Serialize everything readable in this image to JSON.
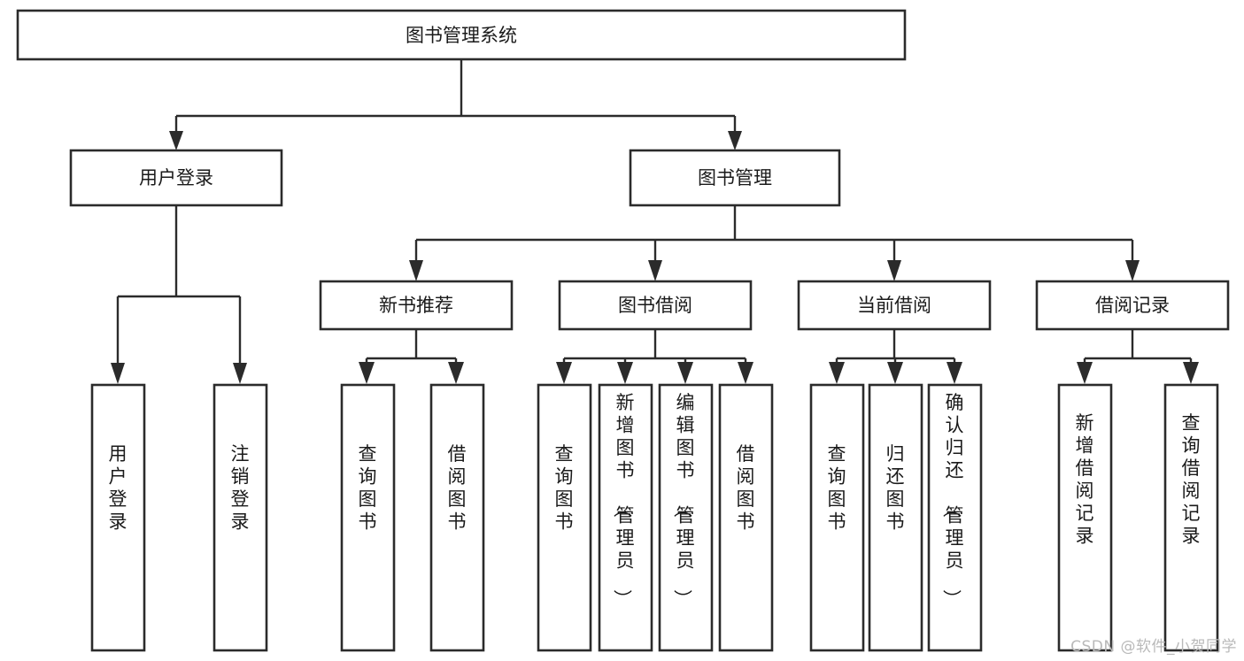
{
  "diagram": {
    "type": "tree",
    "title": "图书管理系统",
    "orientation": "top-down",
    "background_color": "#ffffff",
    "line_color": "#2b2b2b",
    "text_color": "#1a1a1a",
    "box_fill": "#ffffff",
    "nodes": {
      "root": {
        "label": "图书管理系统",
        "level": 0
      },
      "user_login": {
        "label": "用户登录",
        "level": 1
      },
      "book_manage": {
        "label": "图书管理",
        "level": 1
      },
      "new_book_rec": {
        "label": "新书推荐",
        "level": 2
      },
      "book_borrow": {
        "label": "图书借阅",
        "level": 2
      },
      "current_borrow": {
        "label": "当前借阅",
        "level": 2
      },
      "borrow_record": {
        "label": "借阅记录",
        "level": 2
      },
      "leaf_user_login": {
        "label": "用户登录",
        "level": 2,
        "orientation": "vertical"
      },
      "leaf_logout": {
        "label": "注销登录",
        "level": 2,
        "orientation": "vertical"
      },
      "leaf_query_book_1": {
        "label": "查询图书",
        "level": 3,
        "orientation": "vertical"
      },
      "leaf_borrow_book_1": {
        "label": "借阅图书",
        "level": 3,
        "orientation": "vertical"
      },
      "leaf_query_book_2": {
        "label": "查询图书",
        "level": 3,
        "orientation": "vertical"
      },
      "leaf_add_book": {
        "label": "新增图书（管理员）",
        "level": 3,
        "orientation": "vertical"
      },
      "leaf_edit_book": {
        "label": "编辑图书（管理员）",
        "level": 3,
        "orientation": "vertical"
      },
      "leaf_borrow_book_2": {
        "label": "借阅图书",
        "level": 3,
        "orientation": "vertical"
      },
      "leaf_query_book_3": {
        "label": "查询图书",
        "level": 3,
        "orientation": "vertical"
      },
      "leaf_return_book": {
        "label": "归还图书",
        "level": 3,
        "orientation": "vertical"
      },
      "leaf_confirm_return": {
        "label": "确认归还（管理员）",
        "level": 3,
        "orientation": "vertical"
      },
      "leaf_add_record": {
        "label": "新增借阅记录",
        "level": 3,
        "orientation": "vertical"
      },
      "leaf_query_record": {
        "label": "查询借阅记录",
        "level": 3,
        "orientation": "vertical"
      }
    },
    "edges": [
      {
        "from": "root",
        "to": "user_login"
      },
      {
        "from": "root",
        "to": "book_manage"
      },
      {
        "from": "user_login",
        "to": "leaf_user_login"
      },
      {
        "from": "user_login",
        "to": "leaf_logout"
      },
      {
        "from": "book_manage",
        "to": "new_book_rec"
      },
      {
        "from": "book_manage",
        "to": "book_borrow"
      },
      {
        "from": "book_manage",
        "to": "current_borrow"
      },
      {
        "from": "book_manage",
        "to": "borrow_record"
      },
      {
        "from": "new_book_rec",
        "to": "leaf_query_book_1"
      },
      {
        "from": "new_book_rec",
        "to": "leaf_borrow_book_1"
      },
      {
        "from": "book_borrow",
        "to": "leaf_query_book_2"
      },
      {
        "from": "book_borrow",
        "to": "leaf_add_book"
      },
      {
        "from": "book_borrow",
        "to": "leaf_edit_book"
      },
      {
        "from": "book_borrow",
        "to": "leaf_borrow_book_2"
      },
      {
        "from": "current_borrow",
        "to": "leaf_query_book_3"
      },
      {
        "from": "current_borrow",
        "to": "leaf_return_book"
      },
      {
        "from": "current_borrow",
        "to": "leaf_confirm_return"
      },
      {
        "from": "borrow_record",
        "to": "leaf_add_record"
      },
      {
        "from": "borrow_record",
        "to": "leaf_query_record"
      }
    ]
  },
  "watermark": {
    "text": "CSDN @软件_小贺同学",
    "color": "#b9b9b9"
  }
}
